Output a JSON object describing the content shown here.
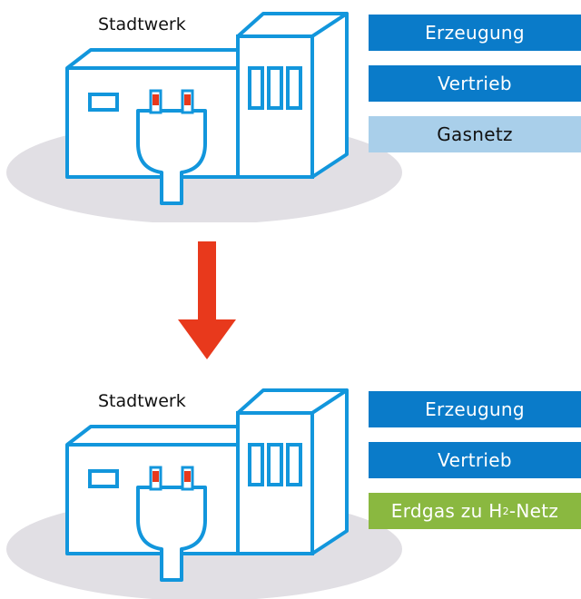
{
  "colors": {
    "outline": "#1296dc",
    "primary_badge": "#0a7bc9",
    "light_badge": "#a9cfea",
    "green_badge": "#8ab840",
    "arrow": "#e8391c",
    "ground": "#e1dfe4",
    "plug_contact": "#e8391c"
  },
  "top_panel": {
    "title": "Stadtwerk",
    "badges": [
      "Erzeugung",
      "Vertrieb",
      "Gasnetz"
    ]
  },
  "bottom_panel": {
    "title": "Stadtwerk",
    "badges": [
      "Erzeugung",
      "Vertrieb"
    ],
    "badge3_prefix": "Erdgas zu H",
    "badge3_sub": "2",
    "badge3_suffix": "-Netz"
  },
  "arrow_icon": "arrow-down-icon"
}
